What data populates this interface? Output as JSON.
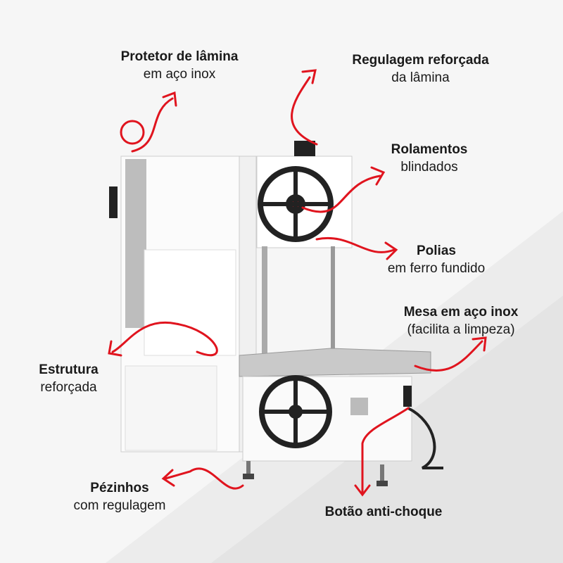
{
  "colors": {
    "accent": "#e0141e",
    "background": "#ececec"
  },
  "callouts": [
    {
      "title": "Protetor de lâmina",
      "subtitle": "em aço inox"
    },
    {
      "title": "Regulagem reforçada",
      "subtitle": "da lâmina"
    },
    {
      "title": "Rolamentos",
      "subtitle": "blindados"
    },
    {
      "title": "Polias",
      "subtitle": "em ferro fundido"
    },
    {
      "title": "Mesa em aço inox",
      "subtitle": "(facilita a limpeza)"
    },
    {
      "title": "Estrutura",
      "subtitle": "reforçada"
    },
    {
      "title": "Pézinhos",
      "subtitle": "com regulagem"
    },
    {
      "title": "Botão anti-choque",
      "subtitle": ""
    }
  ]
}
